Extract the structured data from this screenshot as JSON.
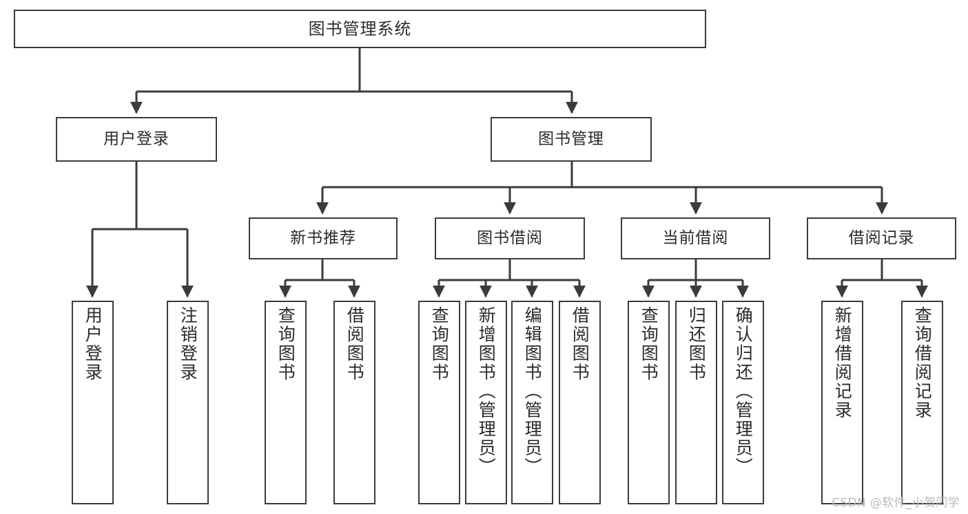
{
  "diagram": {
    "title": "图书管理系统",
    "type": "tree-hierarchy-chart",
    "orientation": "top-down",
    "colors": {
      "box_border": "#3b3b3b",
      "box_fill": "#ffffff",
      "edge": "#3b3b3b",
      "text": "#2b2b2b",
      "watermark": "#b9b9b9",
      "background": "#ffffff"
    }
  },
  "nodes": {
    "root": {
      "label": "图书管理系统"
    },
    "level2": [
      {
        "id": "user-login",
        "label": "用户登录"
      },
      {
        "id": "book-management",
        "label": "图书管理"
      }
    ],
    "level3": [
      {
        "id": "new-book-recommend",
        "label": "新书推荐"
      },
      {
        "id": "book-borrow",
        "label": "图书借阅"
      },
      {
        "id": "current-borrow",
        "label": "当前借阅"
      },
      {
        "id": "borrow-record",
        "label": "借阅记录"
      }
    ],
    "leaves": {
      "user_login": [
        {
          "id": "leaf-user-login",
          "label": "用户登录"
        },
        {
          "id": "leaf-logout-login",
          "label": "注销登录"
        }
      ],
      "new_book_recommend": [
        {
          "id": "leaf-query-book-1",
          "label": "查询图书"
        },
        {
          "id": "leaf-borrow-book-1",
          "label": "借阅图书"
        }
      ],
      "book_borrow": [
        {
          "id": "leaf-query-book-2",
          "label": "查询图书"
        },
        {
          "id": "leaf-add-book",
          "label": "新增图书（管理员）"
        },
        {
          "id": "leaf-edit-book",
          "label": "编辑图书（管理员）"
        },
        {
          "id": "leaf-borrow-book-2",
          "label": "借阅图书"
        }
      ],
      "current_borrow": [
        {
          "id": "leaf-query-book-3",
          "label": "查询图书"
        },
        {
          "id": "leaf-return-book",
          "label": "归还图书"
        },
        {
          "id": "leaf-confirm-return",
          "label": "确认归还（管理员）"
        }
      ],
      "borrow_record": [
        {
          "id": "leaf-add-record",
          "label": "新增借阅记录"
        },
        {
          "id": "leaf-query-record",
          "label": "查询借阅记录"
        }
      ]
    }
  },
  "watermark": {
    "text": "CSDN @软件_小贺同学"
  }
}
